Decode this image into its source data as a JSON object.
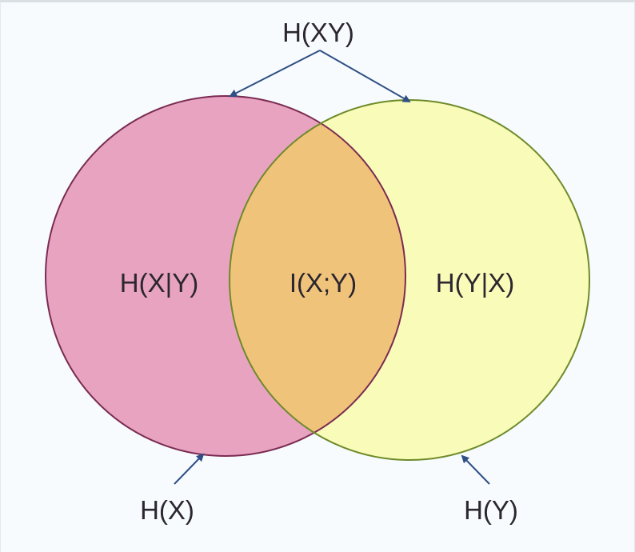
{
  "labels": {
    "joint": "H(XY)",
    "x_given_y": "H(X|Y)",
    "mutual": "I(X;Y)",
    "y_given_x": "H(Y|X)",
    "hx": "H(X)",
    "hy": "H(Y)"
  },
  "colors": {
    "circle_x_fill": "#e7a3c0",
    "circle_x_stroke": "#7a2b52",
    "circle_y_fill": "#f9fbb8",
    "circle_y_stroke": "#6e8a2a",
    "overlap_fill": "#f0c37a",
    "arrow": "#2f4f86",
    "text": "#2b2630"
  }
}
